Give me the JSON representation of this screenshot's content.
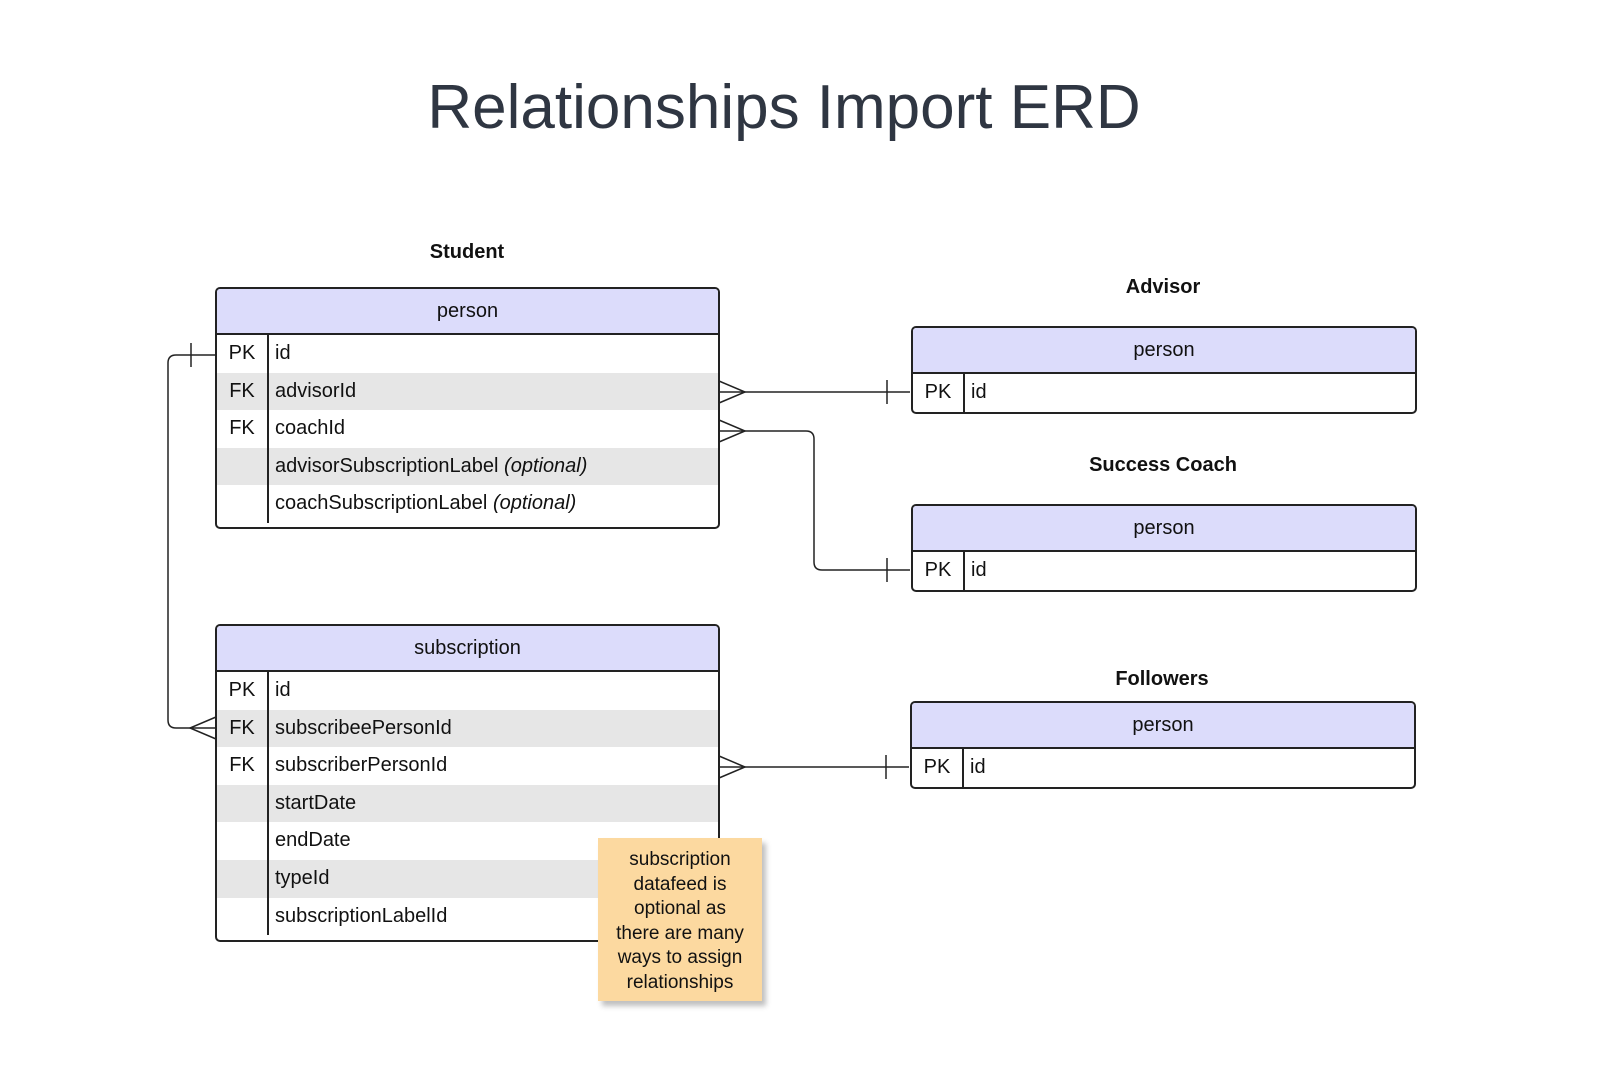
{
  "title": "Relationships Import ERD",
  "colors": {
    "title": "#2f3642",
    "entity_header": "#dcdcfb",
    "row_shade": "#e6e6e6",
    "note": "#fcd9a0",
    "line": "#222222"
  },
  "student": {
    "label": "Student",
    "person": {
      "header": "person",
      "rows": [
        {
          "key": "PK",
          "field": "id",
          "note": ""
        },
        {
          "key": "FK",
          "field": "advisorId",
          "note": ""
        },
        {
          "key": "FK",
          "field": "coachId",
          "note": ""
        },
        {
          "key": "",
          "field": "advisorSubscriptionLabel",
          "note": "(optional)"
        },
        {
          "key": "",
          "field": "coachSubscriptionLabel",
          "note": "(optional)"
        }
      ]
    },
    "subscription": {
      "header": "subscription",
      "rows": [
        {
          "key": "PK",
          "field": "id"
        },
        {
          "key": "FK",
          "field": "subscribeePersonId"
        },
        {
          "key": "FK",
          "field": "subscriberPersonId"
        },
        {
          "key": "",
          "field": "startDate"
        },
        {
          "key": "",
          "field": "endDate"
        },
        {
          "key": "",
          "field": "typeId"
        },
        {
          "key": "",
          "field": "subscriptionLabelId"
        }
      ]
    }
  },
  "advisor": {
    "label": "Advisor",
    "person": {
      "header": "person",
      "rows": [
        {
          "key": "PK",
          "field": "id"
        }
      ]
    }
  },
  "success_coach": {
    "label": "Success Coach",
    "person": {
      "header": "person",
      "rows": [
        {
          "key": "PK",
          "field": "id"
        }
      ]
    }
  },
  "followers": {
    "label": "Followers",
    "person": {
      "header": "person",
      "rows": [
        {
          "key": "PK",
          "field": "id"
        }
      ]
    }
  },
  "note": {
    "lines": [
      "subscription",
      "datafeed is",
      "optional as",
      "there are many",
      "ways to assign",
      "relationships"
    ]
  }
}
